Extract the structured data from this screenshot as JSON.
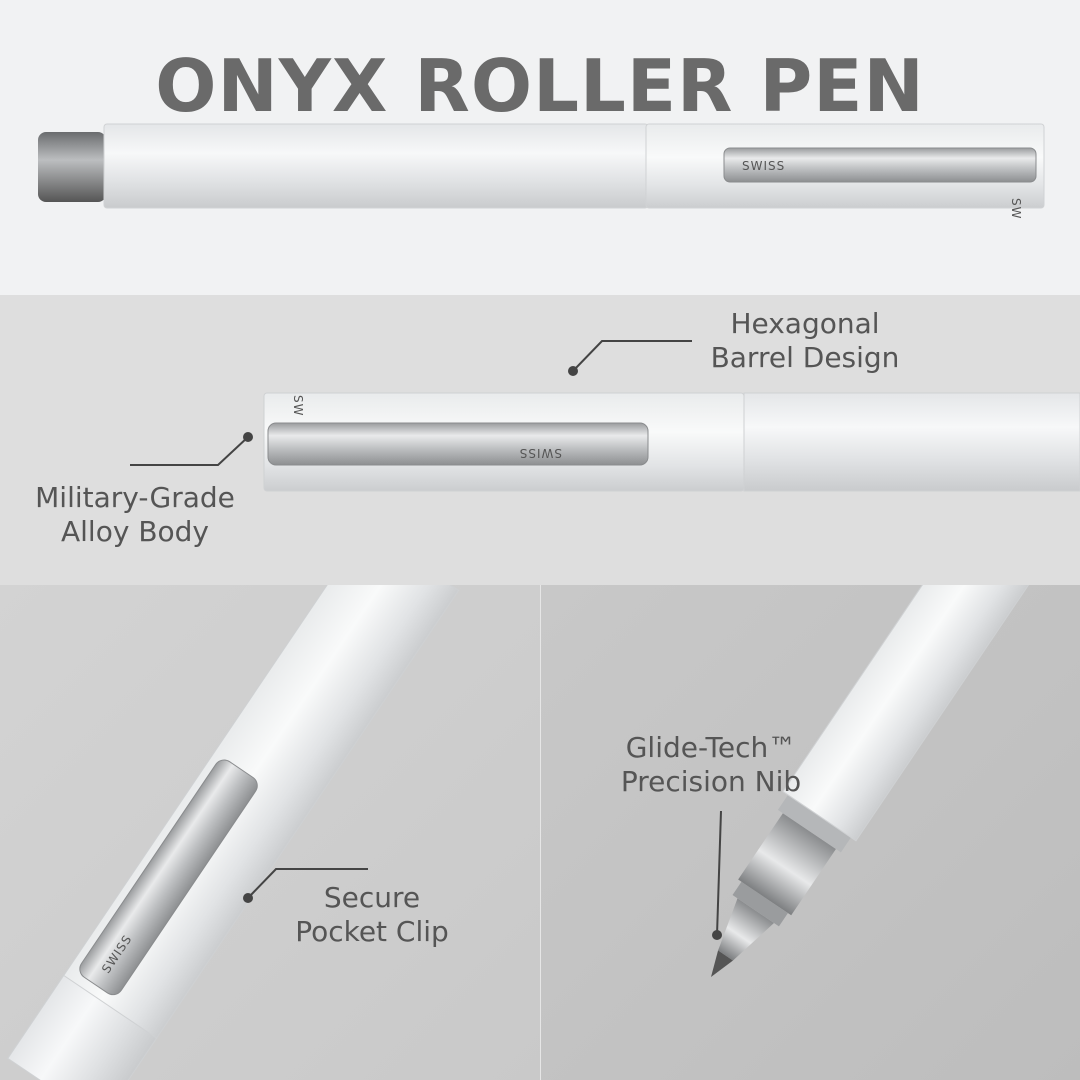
{
  "title": "ONYX ROLLER PEN",
  "clip_engraving": "SWISS",
  "end_engraving": "SW",
  "callouts": {
    "barrel": {
      "line1": "Hexagonal",
      "line2": "Barrel Design"
    },
    "body": {
      "line1": "Military-Grade",
      "line2": "Alloy Body"
    },
    "clip": {
      "line1": "Secure",
      "line2": "Pocket Clip"
    },
    "nib": {
      "line1": "Glide-Tech™",
      "line2": "Precision Nib"
    }
  },
  "colors": {
    "title": "#6a6a6a",
    "label": "#555555",
    "leader": "#444444"
  }
}
